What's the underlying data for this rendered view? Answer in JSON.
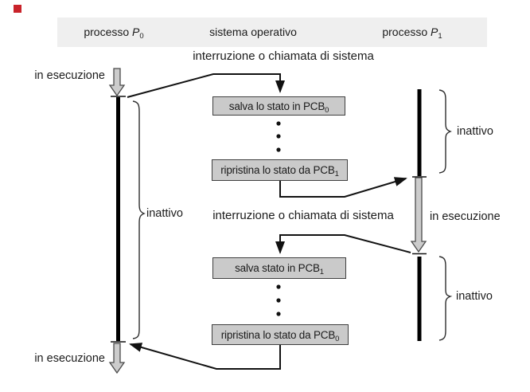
{
  "figure": {
    "title_semantic": "context switch from process to process",
    "language": "it"
  },
  "marker_square": {
    "color": "#c9232a"
  },
  "header": {
    "columns": [
      {
        "prefix": "processo ",
        "var": "P",
        "sub": "0"
      },
      {
        "label": "sistema operativo"
      },
      {
        "prefix": "processo ",
        "var": "P",
        "sub": "1"
      }
    ]
  },
  "labels": {
    "interrupt_top": "interruzione o chiamata di sistema",
    "interrupt_mid": "interruzione o chiamata di sistema",
    "running_top_left": "in esecuzione",
    "running_bottom_left": "in esecuzione",
    "running_right": "in esecuzione",
    "idle_left": "inattivo",
    "idle_right_top": "inattivo",
    "idle_right_bottom": "inattivo"
  },
  "boxes": [
    {
      "text": "salva lo stato in PCB",
      "sub": "0"
    },
    {
      "text": "ripristina lo stato da PCB",
      "sub": "1"
    },
    {
      "text": "salva stato in PCB",
      "sub": "1"
    },
    {
      "text": "ripristina lo stato da PCB",
      "sub": "0"
    }
  ],
  "colors": {
    "background": "#ffffff",
    "header_band": "#efefef",
    "box_fill": "#cacaca",
    "box_border": "#3f3f3f",
    "timeline": "#000000",
    "hollow_arrow_fill": "#cccccc",
    "marker_red": "#c9232a",
    "text": "#1b1b1b"
  }
}
